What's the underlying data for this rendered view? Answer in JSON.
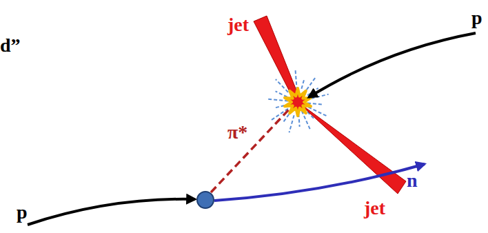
{
  "diagram": {
    "labels": [
      "jet",
      "p",
      "d”",
      "π*",
      "n",
      "p",
      "jet"
    ]
  }
}
